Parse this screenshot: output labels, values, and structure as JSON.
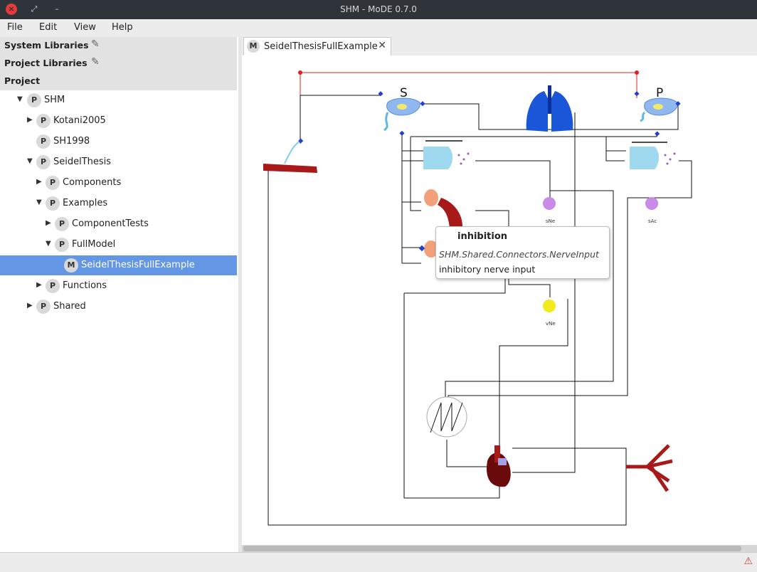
{
  "window": {
    "title": "SHM - MoDE 0.7.0"
  },
  "menu": [
    "File",
    "Edit",
    "View",
    "Help"
  ],
  "sidebar": {
    "system_libraries": "System Libraries",
    "project_libraries": "Project Libraries",
    "project": "Project",
    "tree": [
      {
        "label": "SHM",
        "badge": "P",
        "expanded": true
      },
      {
        "label": "Kotani2005",
        "badge": "P",
        "expanded": false
      },
      {
        "label": "SH1998",
        "badge": "P"
      },
      {
        "label": "SeidelThesis",
        "badge": "P",
        "expanded": true
      },
      {
        "label": "Components",
        "badge": "P",
        "expanded": false
      },
      {
        "label": "Examples",
        "badge": "P",
        "expanded": true
      },
      {
        "label": "ComponentTests",
        "badge": "P",
        "expanded": false
      },
      {
        "label": "FullModel",
        "badge": "P",
        "expanded": true
      },
      {
        "label": "SeidelThesisFullExample",
        "badge": "M",
        "selected": true
      },
      {
        "label": "Functions",
        "badge": "P",
        "expanded": false
      },
      {
        "label": "Shared",
        "badge": "P",
        "expanded": false
      }
    ]
  },
  "tab": {
    "label": "SeidelThesisFullExample",
    "badge": "M",
    "close": "✕"
  },
  "diagram": {
    "labels": {
      "S": "S",
      "P": "P",
      "sNe": "sNe",
      "sAc": "sAc",
      "vNe": "vNe"
    }
  },
  "tooltip": {
    "heading": "inhibition",
    "class": "SHM.Shared.Connectors.NerveInput",
    "description": "inhibitory nerve input"
  },
  "colors": {
    "selection": "#6496e6",
    "wire_red": "#e02020",
    "connector_blue": "#1f3fd6"
  }
}
